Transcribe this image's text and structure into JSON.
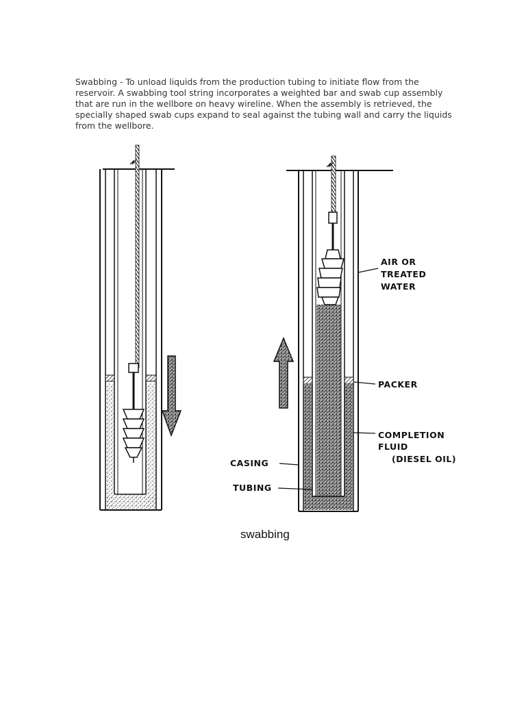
{
  "paragraph": " Swabbing - To unload liquids from the production tubing to initiate flow from the reservoir. A swabbing tool string incorporates a weighted bar and swab cup assembly that are run in the wellbore on heavy wireline. When the assembly is retrieved, the specially shaped swab cups expand to seal against the tubing wall and carry the liquids from the wellbore.",
  "figure": {
    "labels": {
      "air_or": "AIR OR",
      "treated": "TREATED",
      "water": "WATER",
      "packer": "PACKER",
      "completion": "COMPLETION",
      "fluid": "FLUID",
      "diesel_oil": "(DIESEL OIL)",
      "casing": "CASING",
      "tubing": "TUBING"
    },
    "caption": "swabbing"
  }
}
